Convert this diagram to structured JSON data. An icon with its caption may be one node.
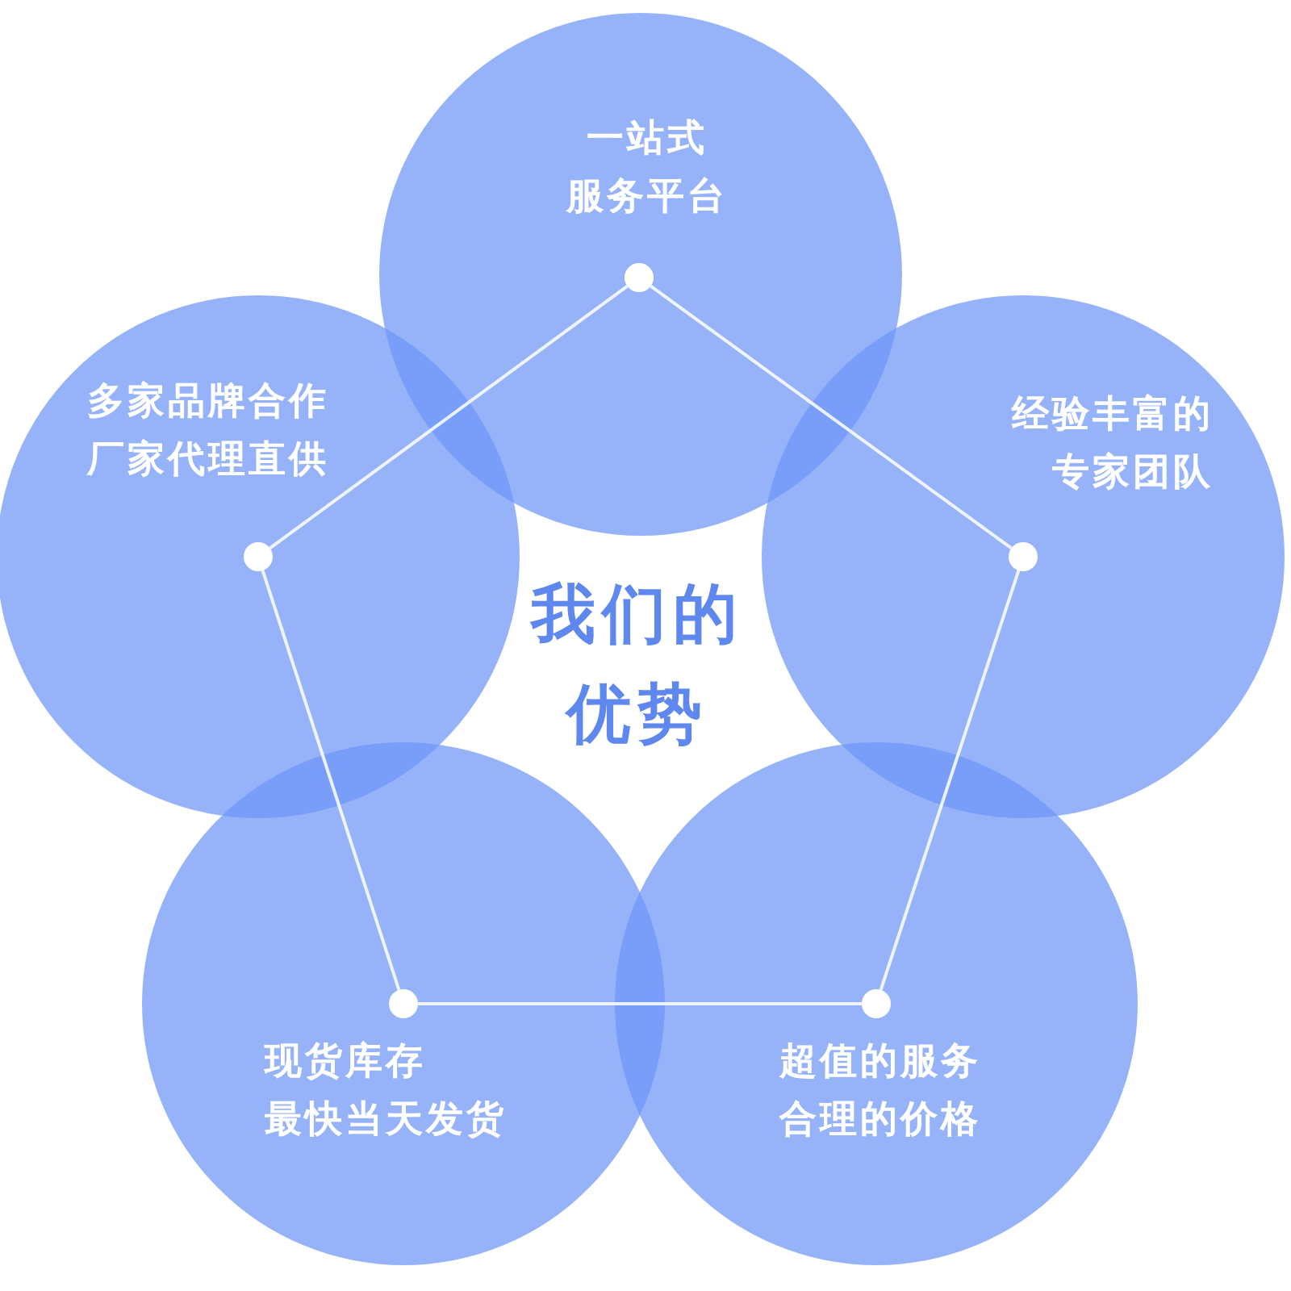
{
  "diagram": {
    "title": "我们的优势",
    "nodes": [
      {
        "text": [
          "一站式服务平台"
        ]
      },
      {
        "text": [],
        "shape": "circle",
        "in": 0
      },
      {
        "text": [
          "多家品牌合作厂家代理直供"
        ]
      },
      {
        "text": [],
        "shape": "circle",
        "in": 2
      },
      {
        "text": [
          "经验丰富的专家团队"
        ]
      },
      {
        "text": [],
        "shape": "circle",
        "in": 4
      },
      {
        "text": [
          "现货库存最快当天发货"
        ]
      },
      {
        "text": [],
        "shape": "circle",
        "in": 6
      },
      {
        "text": [
          "超值的服务合理的价格"
        ]
      },
      {
        "text": [],
        "shape": "circle",
        "in": 8
      }
    ],
    "edges": [
      {
        "from": 1,
        "to": 5,
        "arrow": "none"
      },
      {
        "from": 5,
        "to": 9,
        "arrow": "none"
      },
      {
        "from": 9,
        "to": 7,
        "arrow": "none"
      },
      {
        "from": 7,
        "to": 3,
        "arrow": "none"
      },
      {
        "from": 3,
        "to": 1,
        "arrow": "none"
      }
    ]
  }
}
